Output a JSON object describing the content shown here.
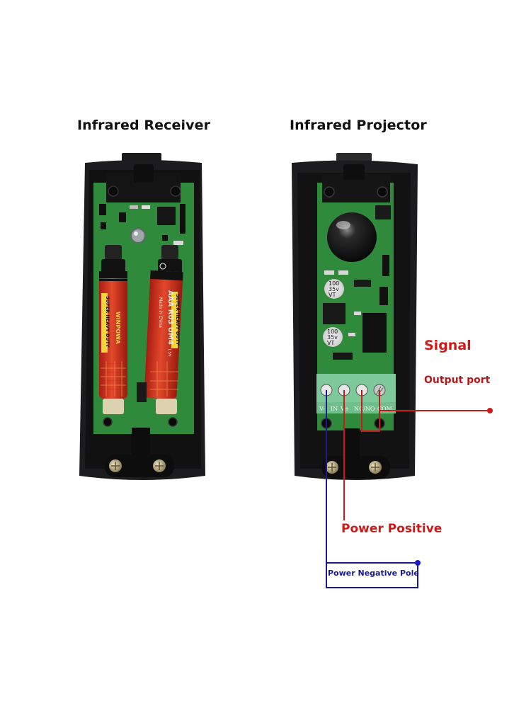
{
  "titles": {
    "receiver": "Infrared Receiver",
    "projector": "Infrared Projector"
  },
  "annotations": {
    "signal": "Signal",
    "output_port": "Output port",
    "power_positive": "Power Positive",
    "power_negative": "Power Negative Pole"
  },
  "terminals": [
    "V-",
    "IN",
    "V+",
    "NC/NO",
    "COM"
  ],
  "batteries": [
    {
      "brand": "WINPOWA",
      "band": "SUPER HEAVY DUTY"
    },
    {
      "model": "AAA R03 UM4",
      "band": "SUPER HEAVY DUTY",
      "sub": "Made in China",
      "voltage": "1.5V"
    }
  ],
  "capacitors": [
    {
      "value": "100",
      "voltage": "35v",
      "series": "VT"
    },
    {
      "value": "100",
      "voltage": "35v",
      "series": "VT"
    }
  ],
  "colors": {
    "signal_red": "#cc1a1a",
    "negative_blue": "#1a1a8c",
    "housing": "#1c1c1e",
    "pcb": "#2f8a3c",
    "terminal_block": "#7ec99a",
    "battery": "#d83a22"
  }
}
